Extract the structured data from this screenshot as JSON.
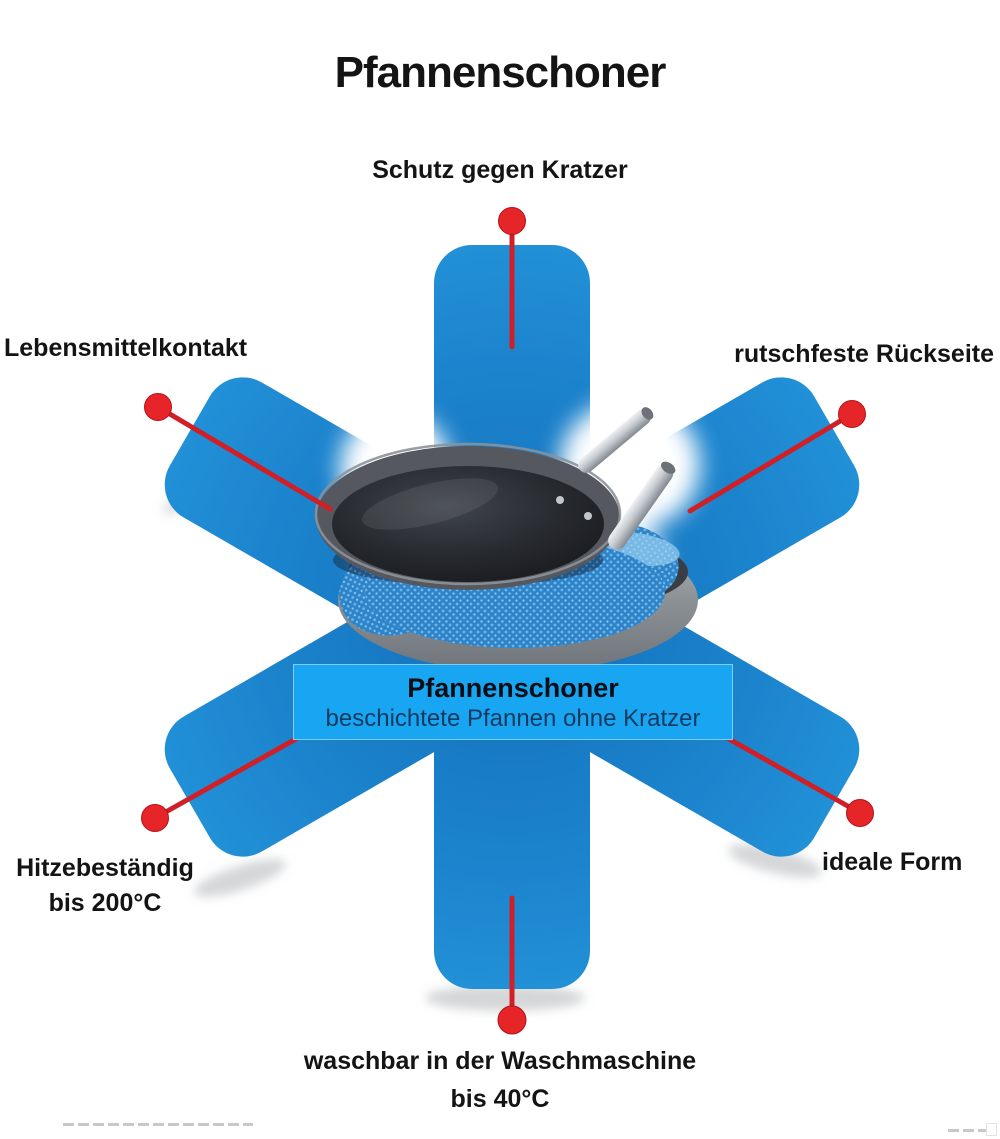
{
  "header": {
    "title": "Pfannenschoner"
  },
  "callouts": {
    "top": "Schutz gegen Kratzer",
    "upper_left": "Lebensmittelkontakt",
    "upper_right": "rutschfeste Rückseite",
    "lower_left": [
      "Hitzebeständig",
      "bis 200°C"
    ],
    "lower_right": "ideale Form",
    "bottom": [
      "waschbar in der Waschmaschine",
      "bis 40°C"
    ]
  },
  "banner": {
    "title": "Pfannenschoner",
    "subtitle": "beschichtete Pfannen ohne Kratzer"
  },
  "center_image": "stacked-frying-pans-with-blue-pan-protector",
  "colors": {
    "star_blue": "#1e8bd3",
    "star_blue_dark": "#1470ba",
    "banner_blue": "#18a6f2",
    "pointer_red": "#cf2027",
    "dot_red": "#e52528",
    "text_black": "#141414",
    "banner_subtitle_navy": "#16395f"
  }
}
